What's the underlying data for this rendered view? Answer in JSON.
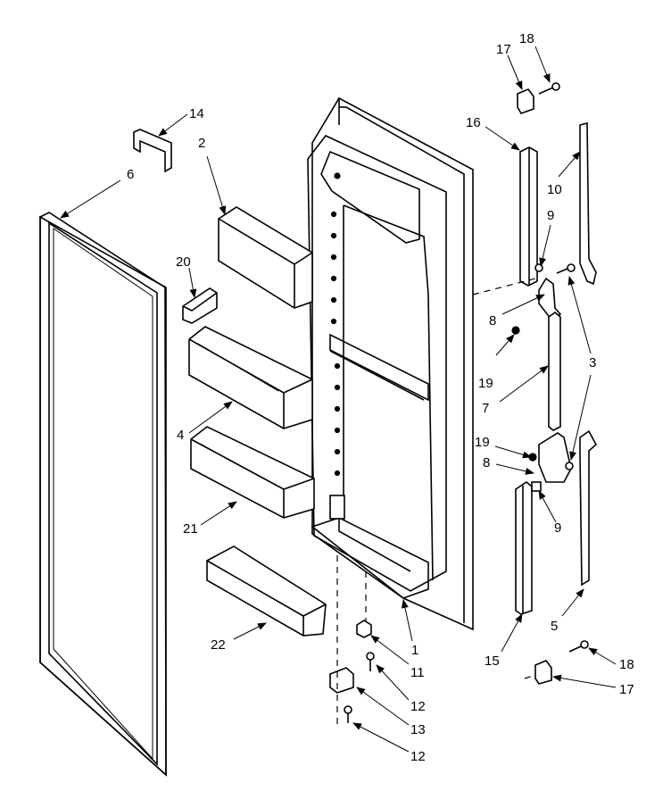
{
  "callouts": {
    "c2": "2",
    "c3": "3",
    "c4": "4",
    "c5": "5",
    "c6": "6",
    "c7": "7",
    "c8a": "8",
    "c8b": "8",
    "c9a": "9",
    "c9b": "9",
    "c10": "10",
    "c11": "11",
    "c12a": "12",
    "c12b": "12",
    "c13": "13",
    "c14": "14",
    "c15": "15",
    "c16": "16",
    "c17a": "17",
    "c17b": "17",
    "c18a": "18",
    "c18b": "18",
    "c19a": "19",
    "c19b": "19",
    "c20": "20",
    "c21": "21",
    "c22": "22",
    "c1": "1"
  }
}
